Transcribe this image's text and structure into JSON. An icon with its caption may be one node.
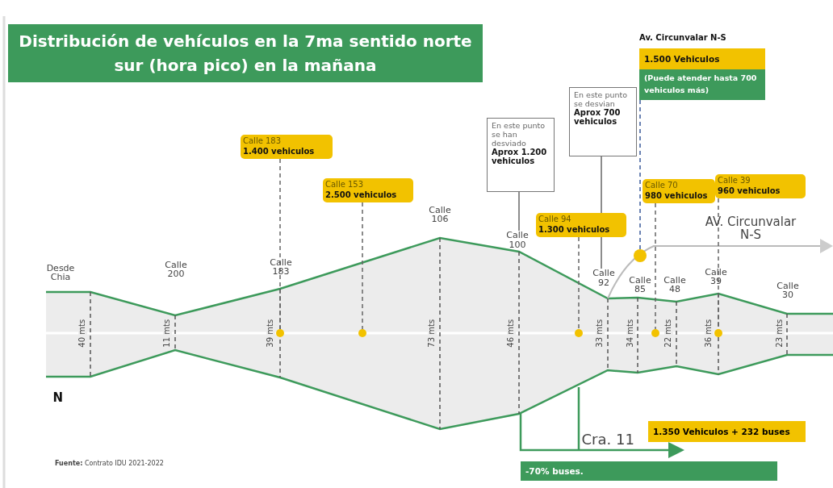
{
  "diagram": {
    "title": "Distribución de vehículos en la 7ma sentido norte sur (hora pico) en la mañana",
    "nodes": [
      {
        "text": [
          "Calle 183",
          "1.400 vehiculos"
        ]
      },
      {
        "text": [
          "Calle 153",
          "2.500 vehiculos"
        ]
      },
      {
        "text": [
          "En este punto se han desviado",
          "Aprox 1.200 vehiculos"
        ]
      },
      {
        "text": [
          "En este punto se desvian",
          "Aprox 700 vehiculos"
        ]
      },
      {
        "text": [
          "Calle 94",
          "1.300 vehiculos"
        ]
      },
      {
        "text": [
          "Calle 70",
          "980 vehiculos"
        ]
      },
      {
        "text": [
          "Calle 39",
          "960 vehiculos"
        ]
      },
      {
        "text": [
          "Av. Circunvalar N-S",
          "1.500 Vehiculos",
          "(Puede atender hasta 700 vehiculos más)"
        ]
      },
      {
        "text": [
          "1.350 Vehiculos + 232 buses"
        ]
      },
      {
        "text": [
          "-70% buses."
        ]
      },
      {
        "text": [
          "Calle 100"
        ]
      },
      {
        "text": [
          "Calle 92"
        ]
      },
      {
        "text": [],
        "shape": "circle"
      },
      {
        "text": [],
        "shape": "circle"
      },
      {
        "text": [],
        "shape": "circle"
      },
      {
        "text": [],
        "shape": "circle"
      },
      {
        "text": [],
        "shape": "circle"
      },
      {
        "text": [],
        "shape": "circle"
      }
    ],
    "edges": [
      {
        "from": 0,
        "to": 12,
        "arrow": "none",
        "style": "dashed"
      },
      {
        "from": 1,
        "to": 13,
        "arrow": "none",
        "style": "dashed"
      },
      {
        "from": 2,
        "to": 10,
        "arrow": "none"
      },
      {
        "from": 3,
        "to": 11,
        "arrow": "none"
      },
      {
        "from": 4,
        "to": 14,
        "arrow": "none",
        "style": "dashed"
      },
      {
        "from": 5,
        "to": 16,
        "arrow": "none",
        "style": "dashed"
      },
      {
        "from": 6,
        "to": 17,
        "arrow": "none",
        "style": "dashed"
      },
      {
        "from": 7,
        "to": 15,
        "arrow": "none",
        "style": "dashed",
        "color": "#3b5b9a"
      }
    ],
    "labels": [
      "Desde Chia",
      "Calle 200",
      "Calle 183",
      "Calle 106",
      "Calle 85",
      "Calle 48",
      "Calle 39",
      "Calle 30",
      "40 mts",
      "11 mts",
      "39 mts",
      "73 mts",
      "46 mts",
      "33 mts",
      "34 mts",
      "22 mts",
      "36 mts",
      "23 mts",
      "AV. Circunvalar N-S",
      "Cra. 11",
      "N",
      "**Fuente:** Contrato IDU 2021-2022"
    ]
  }
}
